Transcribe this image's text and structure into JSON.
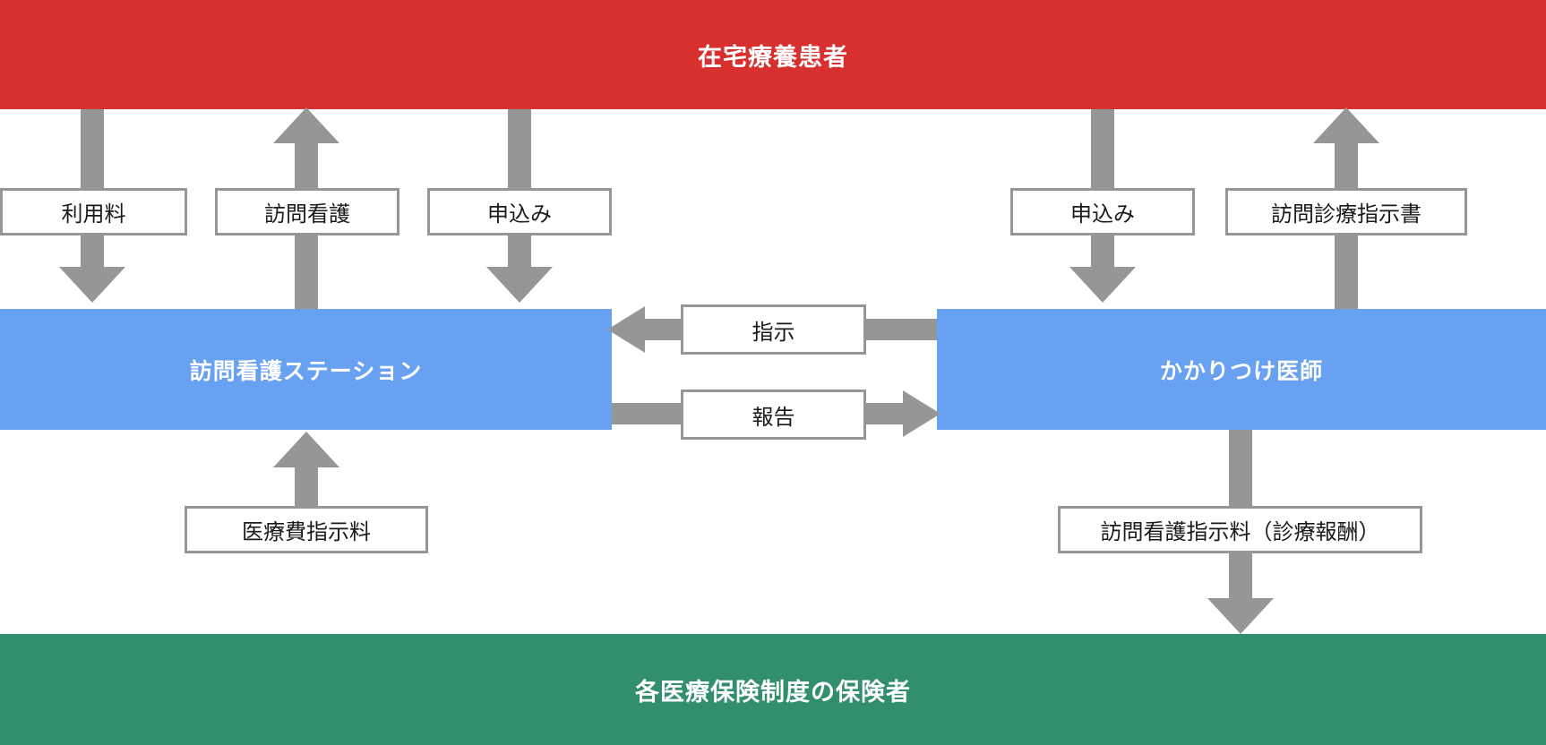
{
  "diagram": {
    "title_top": "在宅療養患者",
    "title_bottom": "各医療保険制度の保険者",
    "node_left": "訪問看護ステーション",
    "node_right": "かかりつけ医師",
    "labels": {
      "usage_fee": "利用料",
      "home_nursing": "訪問看護",
      "application_left": "申込み",
      "application_right": "申込み",
      "visit_care_order": "訪問診療指示書",
      "instruction": "指示",
      "report": "報告",
      "medical_fee_order": "医療費指示料",
      "nursing_order_fee": "訪問看護指示料（診療報酬）"
    },
    "colors": {
      "patient_band": "#d8302f",
      "insurer_band": "#328f6b",
      "node_blue": "#68a0f2",
      "arrow_gray": "#969696",
      "label_border": "#969696",
      "label_text": "#1a1a1a",
      "band_text": "#ffffff"
    }
  }
}
